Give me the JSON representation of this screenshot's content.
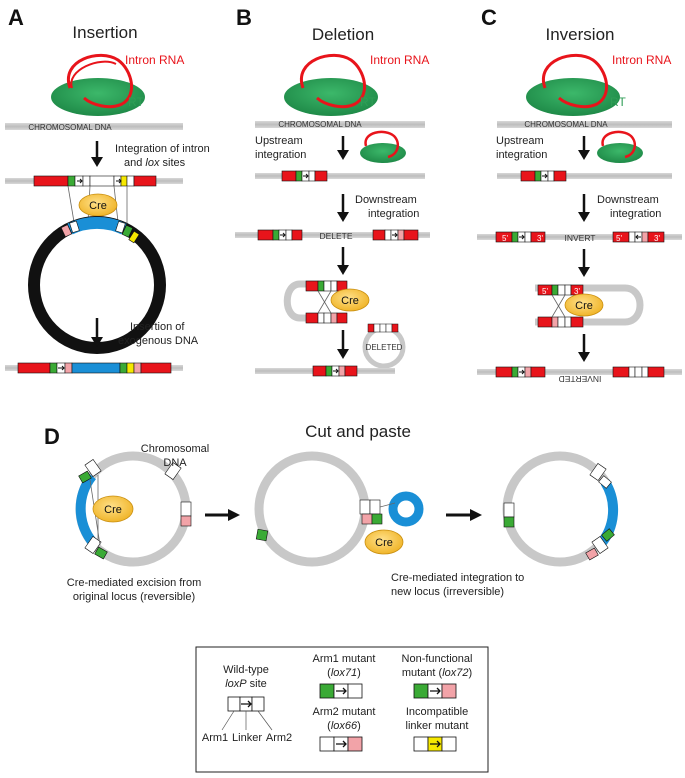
{
  "panel_letters": [
    "A",
    "B",
    "C",
    "D"
  ],
  "titles": {
    "a": "Insertion",
    "b": "Deletion",
    "c": "Inversion",
    "d": "Cut and paste"
  },
  "labels": {
    "intron_rna": "Intron RNA",
    "rt": "RT",
    "chromosomal_dna": "CHROMOSOMAL DNA",
    "cre": "Cre",
    "integration_line1": "Integration of intron",
    "integration_line2_prefix": "and ",
    "integration_line2_italic": "lox",
    "integration_line2_suffix": " sites",
    "insertion_of": "Insertion of",
    "exogenous_dna": "exogenous DNA",
    "upstream": "Upstream",
    "integration": "integration",
    "downstream": "Downstream",
    "delete": "DELETE",
    "deleted": "DELETED",
    "invert": "INVERT",
    "inverted": "INVERTED",
    "five_prime": "5'",
    "three_prime": "3'",
    "chromosomal": "Chromosomal",
    "dna": "DNA",
    "excision_line1": "Cre-mediated excision from",
    "excision_line2": "original locus (reversible)",
    "integration_new_line1": "Cre-mediated integration to",
    "integration_new_line2": "new locus (irreversible)"
  },
  "legend": {
    "wild_type_line1": "Wild-type",
    "wild_type_line2_italic": "loxP",
    "wild_type_line2_suffix": " site",
    "arm1": "Arm1",
    "linker": "Linker",
    "arm2": "Arm2",
    "arm1_mutant": "Arm1 mutant",
    "lox71": "lox71",
    "arm2_mutant": "Arm2 mutant",
    "lox66": "lox66",
    "nonfunctional_line1": "Non-functional",
    "nonfunctional_line2": "mutant (",
    "lox72": "lox72",
    "incompatible_line1": "Incompatible",
    "incompatible_line2": "linker mutant",
    "paren_open": "(",
    "paren_close": ")"
  },
  "colors": {
    "red": "#e8141b",
    "green": "#3aaa35",
    "pink": "#f2a3a8",
    "blue": "#1a8fd6",
    "yellow": "#f6e800",
    "rt_green": "#2f9e56",
    "cre_fill": "#f7c843",
    "dna_gray": "#c8c8c8"
  }
}
